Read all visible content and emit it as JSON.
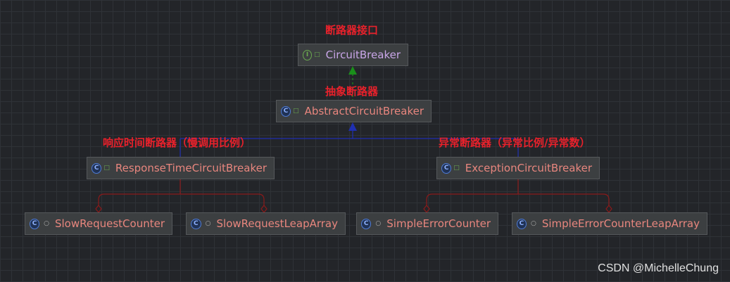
{
  "nodes": {
    "circuit_breaker": {
      "icon": "interface-icon",
      "icon_char": "I",
      "name": "CircuitBreaker"
    },
    "abstract": {
      "icon": "class-icon",
      "icon_char": "C",
      "name": "AbstractCircuitBreaker"
    },
    "response_time": {
      "icon": "class-icon",
      "icon_char": "C",
      "name": "ResponseTimeCircuitBreaker"
    },
    "exception": {
      "icon": "class-icon",
      "icon_char": "C",
      "name": "ExceptionCircuitBreaker"
    },
    "slow_counter": {
      "icon": "class-icon",
      "icon_char": "C",
      "name": "SlowRequestCounter"
    },
    "slow_leap": {
      "icon": "class-icon",
      "icon_char": "C",
      "name": "SlowRequestLeapArray"
    },
    "simple_counter": {
      "icon": "class-icon",
      "icon_char": "C",
      "name": "SimpleErrorCounter"
    },
    "simple_leap": {
      "icon": "class-icon",
      "icon_char": "C",
      "name": "SimpleErrorCounterLeapArray"
    }
  },
  "annotations": {
    "interface": "断路器接口",
    "abstract": "抽象断路器",
    "response_time": "响应时间断路器（慢调用比例）",
    "exception": "异常断路器（异常比例/异常数）"
  },
  "watermark": "CSDN @MichelleChung",
  "colors": {
    "annotation": "#e8212b",
    "class_name": "#e8867e",
    "interface_name": "#c9a6e8",
    "implements_edge": "#1a8f1a",
    "extends_edge": "#1f2fb0",
    "composition_edge": "#8b1a1a"
  }
}
